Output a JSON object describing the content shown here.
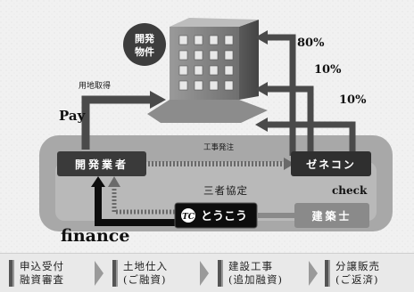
{
  "diagram": {
    "property_label_1": "開発",
    "property_label_2": "物件",
    "pct_1": "80%",
    "pct_2": "10%",
    "pct_3": "10%",
    "land_acquisition": "用地取得",
    "pay": "Pay",
    "developer": "開発業者",
    "construction_order": "工事発注",
    "general_contractor": "ゼネコン",
    "tripartite_agreement": "三者協定",
    "check": "check",
    "finance": "finance",
    "company_logo": "とうこう",
    "architect": "建築士"
  },
  "steps": [
    {
      "line1": "申込受付",
      "line2": "融資審査"
    },
    {
      "line1": "土地仕入",
      "line2": "(ご融資)"
    },
    {
      "line1": "建設工事",
      "line2": "(追加融資)"
    },
    {
      "line1": "分譲販売",
      "line2": "(ご返済)"
    }
  ]
}
